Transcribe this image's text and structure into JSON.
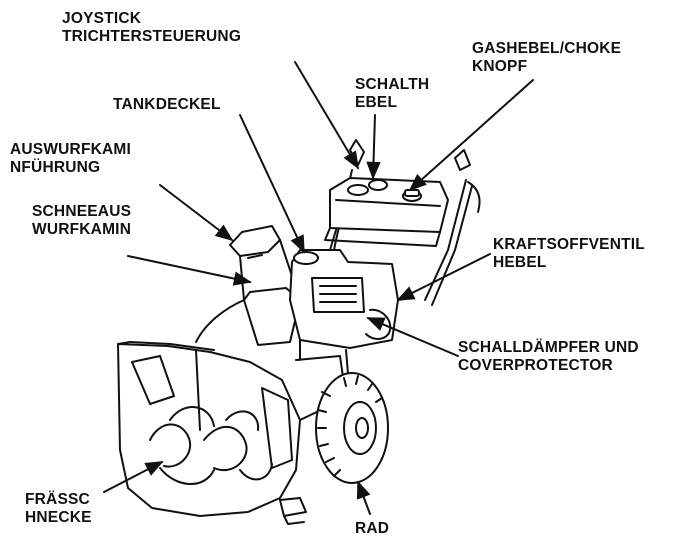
{
  "colors": {
    "ink": "#111111",
    "background": "#ffffff"
  },
  "labels": {
    "joystick": {
      "line1": "JOYSTICK",
      "line2": "TRICHTERSTEUERUNG"
    },
    "gashebel": {
      "line1": "GASHEBEL/CHOKE",
      "line2": "KNOPF"
    },
    "schalthebel": {
      "line1": "SCHALTH",
      "line2": "EBEL"
    },
    "tankdeckel": {
      "line1": "TANKDECKEL"
    },
    "auswurfkamin": {
      "line1": "AUSWURFKAMI",
      "line2": "NFÜHRUNG"
    },
    "schneeauswurf": {
      "line1": "SCHNEEAUS",
      "line2": "WURFKAMIN"
    },
    "kraftstoff": {
      "line1": "KRAFTSOFFVENTIL",
      "line2": "HEBEL"
    },
    "schalldaempfer": {
      "line1": "SCHALLDÄMPFER UND",
      "line2": "COVERPROTECTOR"
    },
    "fraesschnecke": {
      "line1": "FRÄSSC",
      "line2": "HNECKE"
    },
    "rad": {
      "line1": "RAD"
    }
  }
}
